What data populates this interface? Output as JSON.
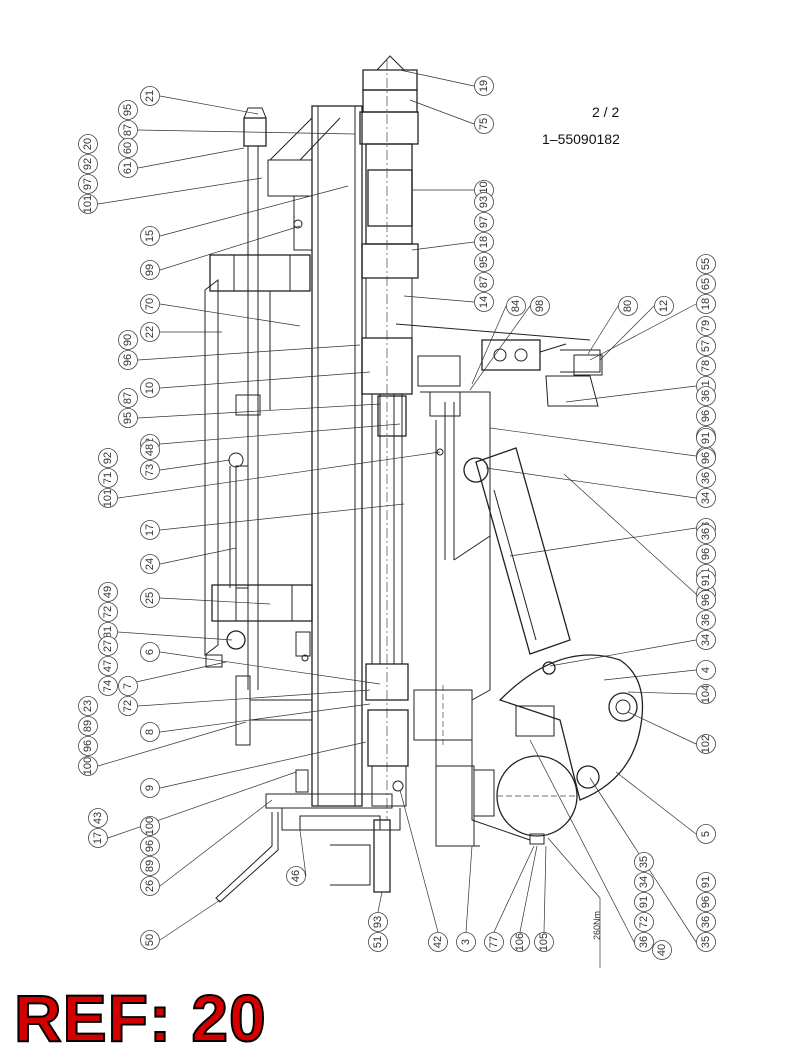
{
  "header": {
    "page": "2 / 2",
    "drawing_number": "1–55090182"
  },
  "reference": "REF: 20",
  "torque_note": "260Nm",
  "balloons_left": [
    {
      "id": "l1",
      "labels": [
        "21"
      ]
    },
    {
      "id": "l2",
      "labels": [
        "87",
        "95"
      ]
    },
    {
      "id": "l3",
      "labels": [
        "61",
        "60"
      ]
    },
    {
      "id": "l4",
      "labels": [
        "101",
        "97",
        "92",
        "20"
      ]
    },
    {
      "id": "l5",
      "labels": [
        "15"
      ]
    },
    {
      "id": "l6",
      "labels": [
        "99"
      ]
    },
    {
      "id": "l7",
      "labels": [
        "70"
      ]
    },
    {
      "id": "l8",
      "labels": [
        "22"
      ]
    },
    {
      "id": "l9",
      "labels": [
        "96",
        "90"
      ]
    },
    {
      "id": "l10",
      "labels": [
        "10"
      ]
    },
    {
      "id": "l11",
      "labels": [
        "95",
        "87"
      ]
    },
    {
      "id": "l12",
      "labels": [
        "42"
      ]
    },
    {
      "id": "l13",
      "labels": [
        "73",
        "48"
      ]
    },
    {
      "id": "l14",
      "labels": [
        "101",
        "71",
        "92"
      ]
    },
    {
      "id": "l15",
      "labels": [
        "17"
      ]
    },
    {
      "id": "l16",
      "labels": [
        "24"
      ]
    },
    {
      "id": "l17",
      "labels": [
        "25"
      ]
    },
    {
      "id": "l18",
      "labels": [
        "81",
        "72",
        "49"
      ]
    },
    {
      "id": "l19",
      "labels": [
        "6"
      ]
    },
    {
      "id": "l20",
      "labels": [
        "74",
        "47",
        "27"
      ]
    },
    {
      "id": "l21",
      "labels": [
        "72",
        "7"
      ]
    },
    {
      "id": "l22",
      "labels": [
        "8"
      ]
    },
    {
      "id": "l23",
      "labels": [
        "100",
        "96",
        "89",
        "23"
      ]
    },
    {
      "id": "l24",
      "labels": [
        "9"
      ]
    },
    {
      "id": "l25",
      "labels": [
        "17",
        "43"
      ]
    },
    {
      "id": "l26",
      "labels": [
        "26",
        "89",
        "96",
        "100"
      ]
    },
    {
      "id": "l27",
      "labels": [
        "46"
      ]
    },
    {
      "id": "l28",
      "labels": [
        "50"
      ]
    }
  ],
  "balloons_right": [
    {
      "id": "r1",
      "labels": [
        "19"
      ]
    },
    {
      "id": "r2",
      "labels": [
        "75"
      ]
    },
    {
      "id": "r3",
      "labels": [
        "110"
      ]
    },
    {
      "id": "r4",
      "labels": [
        "18",
        "97",
        "93"
      ]
    },
    {
      "id": "r5",
      "labels": [
        "14",
        "87",
        "95"
      ]
    },
    {
      "id": "r6",
      "labels": [
        "84"
      ]
    },
    {
      "id": "r7",
      "labels": [
        "98"
      ]
    },
    {
      "id": "r8",
      "labels": [
        "80"
      ]
    },
    {
      "id": "r9",
      "labels": [
        "12"
      ]
    },
    {
      "id": "r10",
      "labels": [
        "18",
        "65",
        "55"
      ]
    },
    {
      "id": "r11",
      "labels": [
        "11",
        "78",
        "57",
        "79"
      ]
    },
    {
      "id": "r12",
      "labels": [
        "37",
        "91",
        "96",
        "36"
      ]
    },
    {
      "id": "r13",
      "labels": [
        "34",
        "36",
        "96",
        "91"
      ]
    },
    {
      "id": "r14",
      "labels": [
        "13"
      ]
    },
    {
      "id": "r15",
      "labels": [
        "41",
        "91",
        "96",
        "36"
      ]
    },
    {
      "id": "r16",
      "labels": [
        "34",
        "36",
        "96",
        "91"
      ]
    },
    {
      "id": "r17",
      "labels": [
        "4"
      ]
    },
    {
      "id": "r18",
      "labels": [
        "104"
      ]
    },
    {
      "id": "r19",
      "labels": [
        "102"
      ]
    },
    {
      "id": "r20",
      "labels": [
        "5"
      ]
    },
    {
      "id": "r21",
      "labels": [
        "35",
        "36",
        "96",
        "91"
      ]
    },
    {
      "id": "r22",
      "labels": [
        "36",
        "72",
        "91",
        "34",
        "35"
      ]
    },
    {
      "id": "r23",
      "labels": [
        "40"
      ]
    }
  ],
  "balloons_bottom": [
    {
      "id": "b1",
      "labels": [
        "51",
        "93"
      ]
    },
    {
      "id": "b2",
      "labels": [
        "42"
      ]
    },
    {
      "id": "b3",
      "labels": [
        "3"
      ]
    },
    {
      "id": "b4",
      "labels": [
        "77"
      ]
    },
    {
      "id": "b5",
      "labels": [
        "106"
      ]
    },
    {
      "id": "b6",
      "labels": [
        "105"
      ]
    }
  ]
}
